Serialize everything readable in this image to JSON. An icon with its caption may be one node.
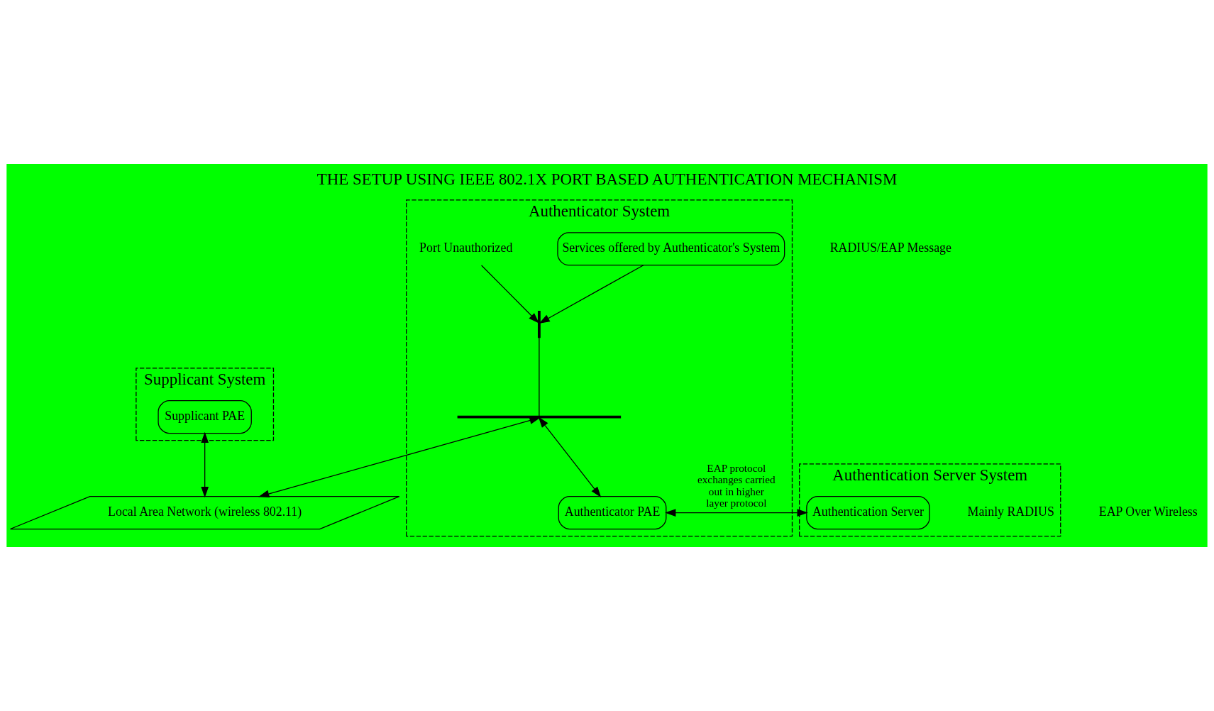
{
  "diagram": {
    "title": "THE SETUP USING IEEE 802.1X PORT BASED AUTHENTICATION MECHANISM",
    "nodes": [
      {
        "text": [
          "Supplicant System"
        ]
      },
      {
        "text": [
          "Supplicant PAE"
        ],
        "in": 0
      },
      {
        "text": [
          "Authenticator System"
        ]
      },
      {
        "text": [
          "Services offered by Authenticator's System"
        ],
        "in": 2
      },
      {
        "text": [
          "Authenticator PAE"
        ],
        "in": 2
      },
      {
        "text": [
          "Port Unauthorized"
        ],
        "in": 2
      },
      {
        "text": [],
        "shape": "switch",
        "in": 2
      },
      {
        "text": [],
        "shape": "line",
        "in": 2
      },
      {
        "text": [
          "Authentication Server System"
        ]
      },
      {
        "text": [
          "Authentication Server"
        ],
        "in": 8,
        "beside": [
          "Mainly RADIUS"
        ]
      },
      {
        "text": [
          "Local Area Network (wireless 802.11)"
        ]
      }
    ],
    "edges": [
      {
        "from": 1,
        "to": 10,
        "arrow": "both"
      },
      {
        "from": 3,
        "to": 6,
        "arrow": "to"
      },
      {
        "from": 5,
        "to": 6,
        "arrow": "to"
      },
      {
        "from": 6,
        "to": 7,
        "arrow": "none"
      },
      {
        "from": 7,
        "to": 4,
        "arrow": "both"
      },
      {
        "from": 7,
        "to": 10,
        "arrow": "both"
      },
      {
        "from": 4,
        "to": 9,
        "arrow": "both",
        "label": "EAP protocol exchanges carried out in higher layer protocol"
      }
    ],
    "labels": [
      "RADIUS/EAP Message",
      "EAP Over Wireless"
    ]
  }
}
